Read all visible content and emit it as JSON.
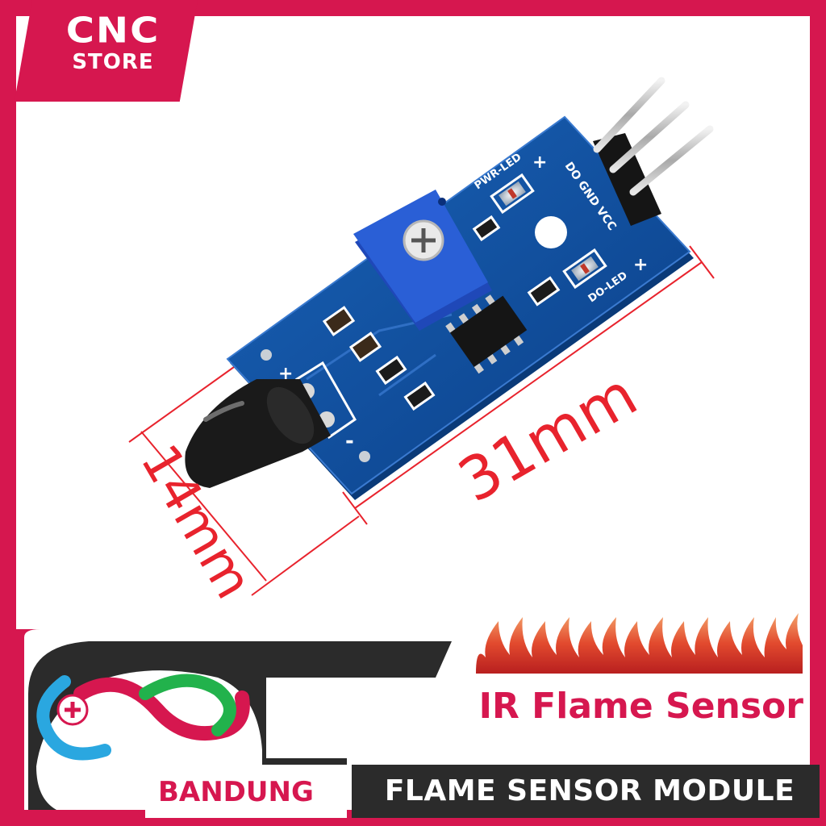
{
  "brand": {
    "line1": "CNC",
    "line2": "STORE"
  },
  "product": {
    "title": "IR Flame Sensor",
    "subtitle": "FLAME SENSOR MODULE",
    "city": "BANDUNG"
  },
  "dimensions": {
    "length_label": "31mm",
    "width_label": "14mm"
  },
  "board_markings": {
    "pwr_led": "PWR-LED",
    "do_led": "DO-LED",
    "pins": "DO GND VCC",
    "plus": "+",
    "minus": "-"
  },
  "colors": {
    "brand": "#d6174f",
    "dimension": "#e8232d",
    "pcb": "#0b4fa0",
    "potentiometer": "#2a5fd6",
    "flame": "#e0452a"
  }
}
